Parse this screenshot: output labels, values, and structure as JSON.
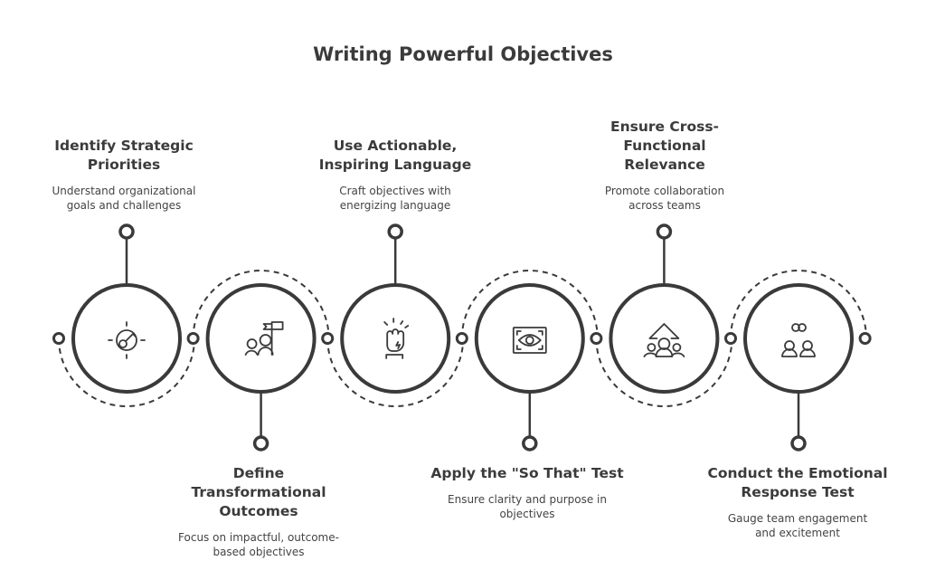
{
  "title": "Writing Powerful Objectives",
  "steps": [
    {
      "title": "Identify Strategic Priorities",
      "desc": "Understand organizational goals and challenges",
      "icon": "target-key-icon",
      "position": "top"
    },
    {
      "title": "Define Transformational Outcomes",
      "desc": "Focus on impactful, outcome-based objectives",
      "icon": "team-flag-icon",
      "position": "bottom"
    },
    {
      "title": "Use Actionable, Inspiring Language",
      "desc": "Craft objectives with energizing language",
      "icon": "raised-fist-icon",
      "position": "top"
    },
    {
      "title": "Apply the \"So That\" Test",
      "desc": "Ensure clarity and purpose in objectives",
      "icon": "eye-focus-icon",
      "position": "bottom"
    },
    {
      "title": "Ensure Cross-Functional Relevance",
      "desc": "Promote collaboration across teams",
      "icon": "team-arrow-up-icon",
      "position": "top"
    },
    {
      "title": "Conduct the Emotional Response Test",
      "desc": "Gauge team engagement and excitement",
      "icon": "people-link-icon",
      "position": "bottom"
    }
  ]
}
